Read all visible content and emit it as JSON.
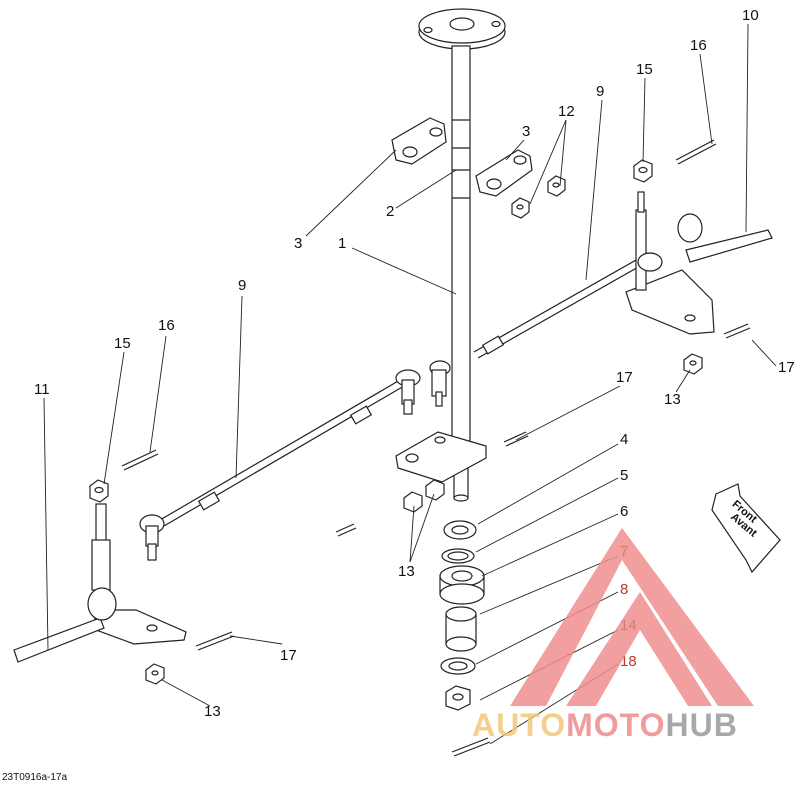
{
  "diagram": {
    "figure_id": "23T0916a-17a",
    "direction_arrow": {
      "line1": "Front",
      "line2": "Avant"
    },
    "callouts": [
      {
        "id": "c10",
        "text": "10"
      },
      {
        "id": "c16a",
        "text": "16"
      },
      {
        "id": "c15a",
        "text": "15"
      },
      {
        "id": "c9a",
        "text": "9"
      },
      {
        "id": "c12",
        "text": "12"
      },
      {
        "id": "c3a",
        "text": "3"
      },
      {
        "id": "c2",
        "text": "2"
      },
      {
        "id": "c3b",
        "text": "3"
      },
      {
        "id": "c1",
        "text": "1"
      },
      {
        "id": "c9b",
        "text": "9"
      },
      {
        "id": "c16b",
        "text": "16"
      },
      {
        "id": "c15b",
        "text": "15"
      },
      {
        "id": "c11",
        "text": "11"
      },
      {
        "id": "c17a",
        "text": "17"
      },
      {
        "id": "c13a",
        "text": "13"
      },
      {
        "id": "c17b",
        "text": "17"
      },
      {
        "id": "c4",
        "text": "4"
      },
      {
        "id": "c5",
        "text": "5"
      },
      {
        "id": "c6",
        "text": "6"
      },
      {
        "id": "c7",
        "text": "7"
      },
      {
        "id": "c8",
        "text": "8"
      },
      {
        "id": "c14",
        "text": "14"
      },
      {
        "id": "c18",
        "text": "18"
      },
      {
        "id": "c13b",
        "text": "13"
      },
      {
        "id": "c17c",
        "text": "17"
      },
      {
        "id": "c13c",
        "text": "13"
      }
    ]
  },
  "watermark": {
    "part1": "AUTO",
    "part2": "MOTO",
    "part3": "HUB",
    "colors": {
      "auto": "#f4c77a",
      "moto": "#ee8b8b",
      "hub": "#9a9a9a",
      "triangle": "#ef8f8f"
    }
  }
}
